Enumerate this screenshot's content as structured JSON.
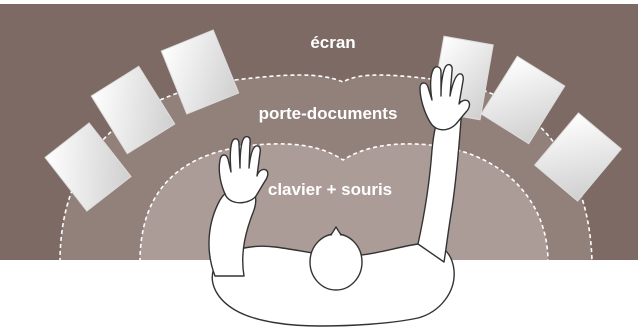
{
  "zones": {
    "outer_label": "écran",
    "middle_label": "porte-documents",
    "inner_label": "clavier + souris"
  },
  "colors": {
    "background": "#7d6a65",
    "middle_zone": "#92807b",
    "inner_zone": "#ac9c98",
    "dashed_line": "#ffffff",
    "label": "#ffffff",
    "person_fill": "#ffffff",
    "person_stroke": "#333333"
  },
  "icons": [
    "document-icon",
    "person-top-view-icon",
    "hand-icon"
  ]
}
